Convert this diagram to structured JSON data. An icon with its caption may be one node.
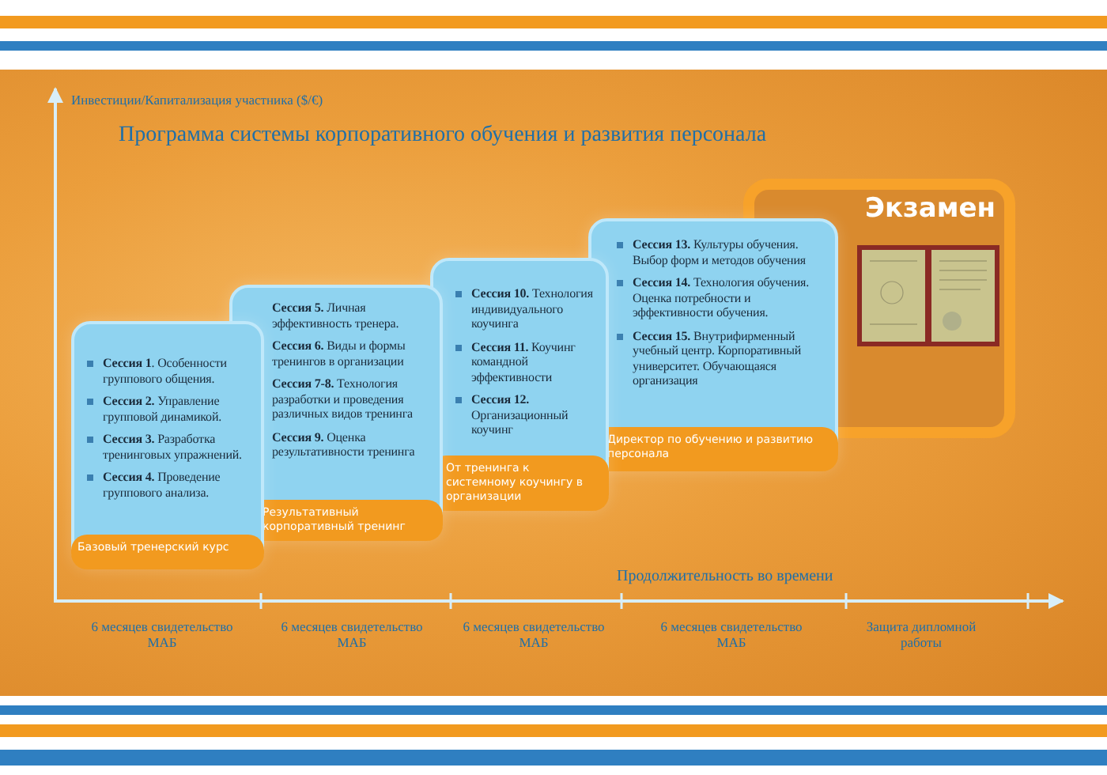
{
  "diagram": {
    "title": "Программа системы корпоративного обучения и развития персонала",
    "nodes": [
      {
        "text": [
          "**Сессия 1**. Особенности группового общения.",
          "**Сессия 2.** Управление групповой динамикой.",
          "**Сессия 3.** Разработка тренинговых упражнений.",
          "**Сессия 4.** Проведение группового анализа.",
          "Базовый тренерский курс"
        ]
      },
      {
        "text": [
          "**Сессия 5.** Личная эффективность тренера.",
          "**Сессия 6.** Виды и формы тренингов в организации",
          "**Сессия 7-8.** Технология разработки и проведения различных видов тренинга",
          "**Сессия 9.** Оценка результативности тренинга",
          "Результативный корпоративный тренинг"
        ]
      },
      {
        "text": [
          "**Сессия 10.** Технология индивидуального коучинга",
          "**Сессия 11.** Коучинг командной эффективности",
          "**Сессия 12.** Организационный коучинг",
          "От тренинга к системному коучингу в организации"
        ]
      },
      {
        "text": [
          "**Сессия 13.** Культуры обучения. Выбор форм и методов обучения",
          "**Сессия 14.** Технология обучения. Оценка потребности и эффективности обучения.",
          "**Сессия 15.** Внутрифирменный учебный центр. Корпоративный университет. Обучающаяся организация",
          "Директор по обучению и развитию персонала"
        ]
      },
      {
        "text": [
          "Экзамен"
        ]
      },
      {
        "text": [],
        "shape": "picture",
        "in": 4
      }
    ],
    "labels": [
      "Инвестиции/Капитализация участника ($/€)",
      "Продолжительность во времени",
      "6 месяцев свидетельство МАБ",
      "6 месяцев свидетельство МАБ",
      "6 месяцев свидетельство МАБ",
      "6 месяцев свидетельство МАБ",
      "Защита дипломной работы"
    ]
  }
}
